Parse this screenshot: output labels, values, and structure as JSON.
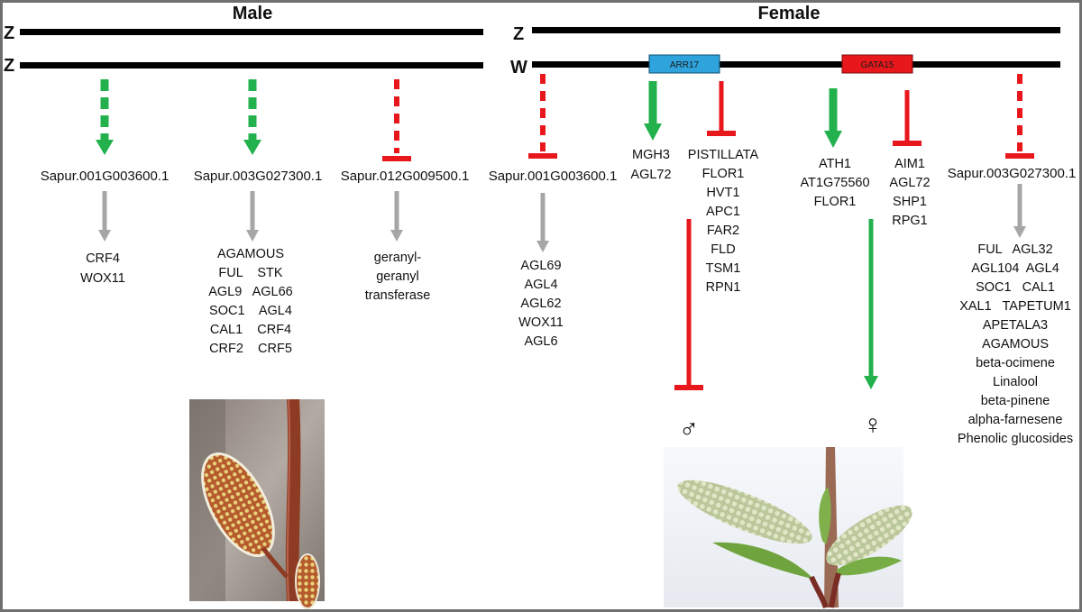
{
  "panels": {
    "male": {
      "title": "Male",
      "chromosomes": [
        "Z",
        "Z"
      ]
    },
    "female": {
      "title": "Female",
      "chromosomes": [
        "Z",
        "W"
      ],
      "proteins": [
        {
          "label": "ARR17",
          "color": "#2ea3dc"
        },
        {
          "label": "GATA15",
          "color": "#e8171c"
        }
      ]
    }
  },
  "male_genes": [
    {
      "id": "Sapur.001G003600.1",
      "targets": [
        "CRF4",
        "WOX11"
      ]
    },
    {
      "id": "Sapur.003G027300.1",
      "targets": [
        "AGAMOUS",
        "FUL    STK",
        "AGL9   AGL66",
        "SOC1    AGL4",
        "CAL1    CRF4",
        "CRF2    CRF5"
      ]
    },
    {
      "id": "Sapur.012G009500.1",
      "targets": [
        "geranyl-",
        "geranyl",
        "transferase"
      ]
    }
  ],
  "female_genes": {
    "left": {
      "id": "Sapur.001G003600.1",
      "targets": [
        "AGL69",
        "AGL4",
        "AGL62",
        "WOX11",
        "AGL6"
      ]
    },
    "arr17_activated": [
      "MGH3",
      "AGL72"
    ],
    "arr17_repressed": [
      "PISTILLATA",
      "FLOR1",
      "HVT1",
      "APC1",
      "FAR2",
      "FLD",
      "TSM1",
      "RPN1"
    ],
    "gata15_activated": [
      "ATH1",
      "AT1G75560",
      "FLOR1"
    ],
    "gata15_repressed": [
      "AIM1",
      "AGL72",
      "SHP1",
      "RPG1"
    ],
    "right": {
      "id": "Sapur.003G027300.1",
      "targets": [
        "FUL   AGL32",
        "AGL104  AGL4",
        "SOC1   CAL1",
        "XAL1   TAPETUM1",
        "APETALA3",
        "AGAMOUS",
        "beta-ocimene",
        "Linalool",
        "beta-pinene",
        "alpha-farnesene",
        "Phenolic glucosides"
      ]
    }
  },
  "symbols": {
    "male": "♂",
    "female": "♀"
  },
  "colors": {
    "activate": "#22b14c",
    "repress": "#e8171c",
    "target": "#a6a6a6",
    "chromosome": "#000000"
  },
  "photos": {
    "male": "male catkin photo",
    "female": "female catkin photo"
  }
}
